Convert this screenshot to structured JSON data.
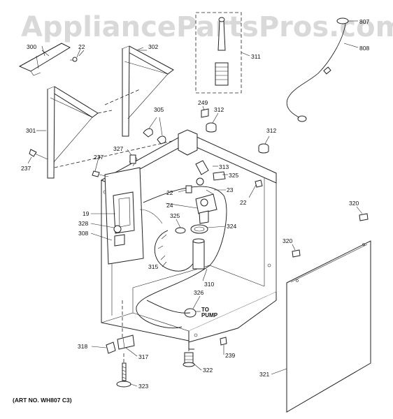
{
  "watermark": "AppliancePartsPros.com",
  "art_number": "(ART NO. WH807 C3)",
  "callouts": {
    "c807": "807",
    "c808": "808",
    "c311": "311",
    "c300": "300",
    "c22a": "22",
    "c302": "302",
    "c301": "301",
    "c237a": "237",
    "c305": "305",
    "c249": "249",
    "c312a": "312",
    "c312b": "312",
    "c327": "327",
    "c237b": "237",
    "c313": "313",
    "c325a": "325",
    "c22b": "22",
    "c23": "23",
    "c24": "24",
    "c22c": "22",
    "c19": "19",
    "c328": "328",
    "c308": "308",
    "c325b": "325",
    "c324": "324",
    "c315": "315",
    "c310": "310",
    "c320a": "320",
    "c320b": "320",
    "c326": "326",
    "c318": "318",
    "c317": "317",
    "c322": "322",
    "c239": "239",
    "c323": "323",
    "c321": "321"
  },
  "to_pump": [
    "TO",
    "PUMP"
  ]
}
